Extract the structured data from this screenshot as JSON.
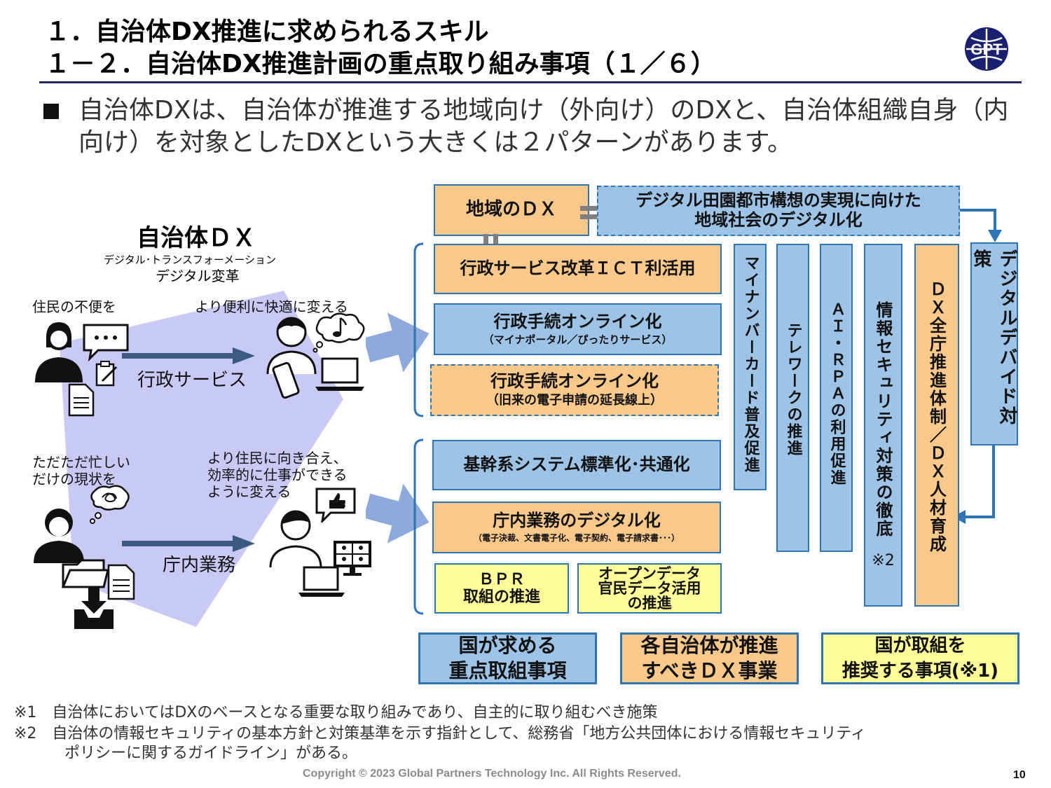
{
  "header": {
    "title_line1": "１．自治体DX推進に求められるスキル",
    "title_line2": "１－２．自治体DX推進計画の重点取り組み事項（１／６）",
    "logo": "globe-logo"
  },
  "intro": {
    "bullet": "自治体DXは、自治体が推進する地域向け（外向け）のDXと、自治体組織自身（内向け）を対象としたDXという大きくは２パターンがあります。"
  },
  "left": {
    "title": "自治体ＤＸ",
    "ruby": "デジタル･トランスフォーメーション",
    "subtitle": "デジタル変革",
    "top_left_label": "住民の不便を",
    "top_right_label": "より便利に快適に変える",
    "top_arrow_label": "行政サービス",
    "bottom_left_label_1": "ただただ忙しい",
    "bottom_left_label_2": "だけの現状を",
    "bottom_right_label_1": "より住民に向き合え、",
    "bottom_right_label_2": "効率的に仕事ができる",
    "bottom_right_label_3": "ように変える",
    "bottom_arrow_label": "庁内業務",
    "icons": [
      "person-icon",
      "speech-bubble-icon",
      "clipboard-icon",
      "document-icon",
      "thought-bubble-icon",
      "music-note-icon",
      "smartphone-icon",
      "laptop-icon",
      "tangled-thought-icon",
      "folder-icon",
      "inbox-download-icon",
      "thumbs-up-icon",
      "video-conference-icon"
    ]
  },
  "right": {
    "regional_dx": "地域のＤＸ",
    "regional_desc_1": "デジタル田園都市構想の実現に向けた",
    "regional_desc_2": "地域社会のデジタル化",
    "box_ict": "行政サービス改革ＩＣＴ利活用",
    "box_online_title": "行政手続オンライン化",
    "box_online_sub": "（マイナポータル／ぴったりサービス）",
    "box_online2_title": "行政手続オンライン化",
    "box_online2_sub": "（旧来の電子申請の延長線上）",
    "box_core": "基幹系システム標準化･共通化",
    "box_internal_title": "庁内業務のデジタル化",
    "box_internal_sub": "（電子決裁、文書電子化、電子契約、電子請求書･･･）",
    "box_bpr_1": "ＢＰＲ",
    "box_bpr_2": "取組の推進",
    "box_open_1": "オープンデータ",
    "box_open_2": "官民データ活用",
    "box_open_3": "の推進",
    "v_mynumber": "マイナンバーカード普及促進",
    "v_telework": "テレワークの推進",
    "v_ai": "ＡＩ・ＲＰＡの利用促進",
    "v_security": "情報セキュリティ対策の徹底",
    "v_security_note": "※2",
    "v_dx_org": "ＤＸ全庁推進体制／ＤＸ人材育成",
    "v_divide": "デジタルデバイド対策"
  },
  "legend": {
    "blue_1": "国が求める",
    "blue_2": "重点取組事項",
    "orange_1": "各自治体が推進",
    "orange_2": "すべきＤＸ事業",
    "yellow_1": "国が取組を",
    "yellow_2": "推奨する事項(※1)"
  },
  "notes": {
    "n1": "※1　自治体においてはDXのベースとなる重要な取り組みであり、自主的に取り組むべき施策",
    "n2": "※2　自治体の情報セキュリティの基本方針と対策基準を示す指針として、総務省「地方公共団体における情報セキュリティ",
    "n2b": "ポリシーに関するガイドライン」がある。"
  },
  "footer": {
    "copyright": "Copyright © 2023 Global Partners Technology Inc. All Rights Reserved.",
    "page": "10"
  },
  "colors": {
    "orange": "#f8c98a",
    "blue": "#9dc3e6",
    "yellow": "#ffff99",
    "border": "#2e75b6",
    "pentagon": "#c9c9f5",
    "arrow": "#8ea9db",
    "dark_arrow": "#3a5a80"
  }
}
